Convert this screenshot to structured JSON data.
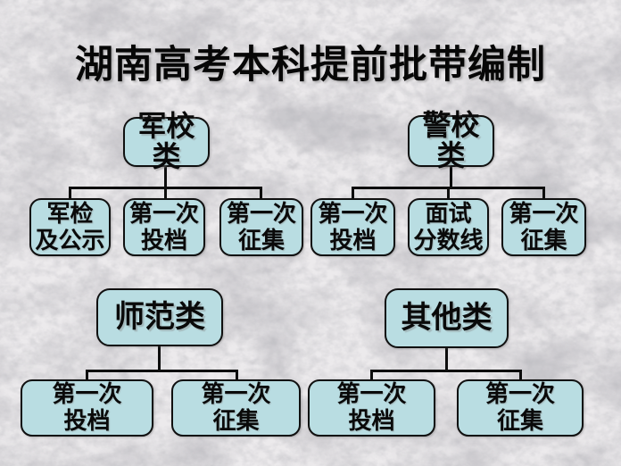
{
  "title": "湖南高考本科提前批带编制",
  "colors": {
    "box_fill": "#b9dde2",
    "box_border": "#101010",
    "connector": "#0d0d0d",
    "background_base": "#e9e8ea",
    "text": "#0a0a0a"
  },
  "chart_type": "flowchart",
  "tree": {
    "groups": [
      {
        "id": "military",
        "label": "军校类",
        "children": [
          {
            "label": "军检\n及公示"
          },
          {
            "label": "第一次\n投档"
          },
          {
            "label": "第一次\n征集"
          }
        ]
      },
      {
        "id": "police",
        "label": "警校类",
        "children": [
          {
            "label": "第一次\n投档"
          },
          {
            "label": "面试\n分数线"
          },
          {
            "label": "第一次\n征集"
          }
        ]
      },
      {
        "id": "normal",
        "label": "师范类",
        "children": [
          {
            "label": "第一次\n投档"
          },
          {
            "label": "第一次\n征集"
          }
        ]
      },
      {
        "id": "other",
        "label": "其他类",
        "children": [
          {
            "label": "第一次\n投档"
          },
          {
            "label": "第一次\n征集"
          }
        ]
      }
    ]
  }
}
